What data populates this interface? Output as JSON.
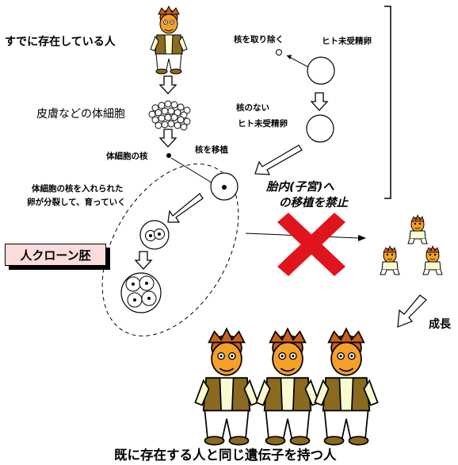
{
  "labels": {
    "existing_person": "すでに存在している人",
    "somatic_cells": "皮膚などの体細胞",
    "somatic_nucleus": "体細胞の核",
    "nucleus_transfer": "核を移植",
    "remove_nucleus": "核を取り除く",
    "unfertilized_egg": "ヒト未受精卵",
    "enucleated_egg_line1": "核のない",
    "enucleated_egg_line2": "ヒト未受精卵",
    "egg_division_line1": "体細胞の核を入れられた",
    "egg_division_line2": "卵が分裂して、育っていく",
    "human_clone_embryo": "人クローン胚",
    "ban_line1": "胎内(子宮)へ",
    "ban_line2": "の移植を禁止",
    "growth": "成長",
    "same_genes_person": "既に存在する人と同じ遺伝子を持つ人"
  },
  "colors": {
    "cross": "#e0141c",
    "clone_box_fill": "#fadcdc",
    "skin": "#f5a028",
    "hair": "#c8601e",
    "vest": "#8a6a1e",
    "shirt": "#fbfbd2"
  },
  "icons": [
    "person-figure",
    "baby-figure",
    "cell-cluster",
    "down-arrow",
    "cross-mark"
  ]
}
